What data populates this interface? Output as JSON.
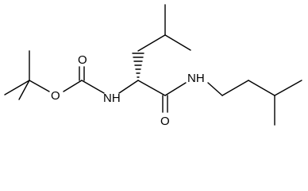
{
  "atoms": {
    "carbonyl_oxygen": "O",
    "ester_oxygen": "O",
    "carbamate_nh": "NH",
    "amide_oxygen": "O",
    "amide_nh": "NH"
  },
  "colors": {
    "bond": "#000000",
    "label": "#000000",
    "background": "#ffffff"
  }
}
